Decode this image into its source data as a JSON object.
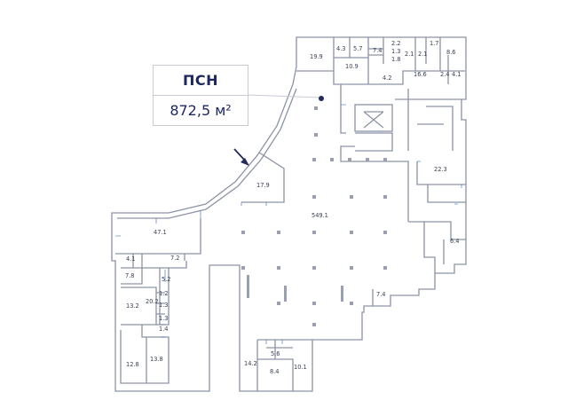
{
  "info": {
    "title": "ПСН",
    "area": "872,5 м²"
  },
  "colors": {
    "wall": "#8c93a6",
    "accent": "#232a5c",
    "column": "#9aa0b0",
    "blueprint": "#3a6fd0"
  },
  "rooms": [
    {
      "id": "r199",
      "label": "19.9"
    },
    {
      "id": "r43",
      "label": "4.3"
    },
    {
      "id": "r57",
      "label": "5.7"
    },
    {
      "id": "r74a",
      "label": "7.4"
    },
    {
      "id": "r22",
      "label": "2.2"
    },
    {
      "id": "r13a",
      "label": "1.3"
    },
    {
      "id": "r18",
      "label": "1.8"
    },
    {
      "id": "r17",
      "label": "1.7"
    },
    {
      "id": "r21a",
      "label": "2.1"
    },
    {
      "id": "r21b",
      "label": "2.1"
    },
    {
      "id": "r86",
      "label": "8.6"
    },
    {
      "id": "r109",
      "label": "10.9"
    },
    {
      "id": "r166",
      "label": "16.6"
    },
    {
      "id": "r24",
      "label": "2.4"
    },
    {
      "id": "r41a",
      "label": "4.1"
    },
    {
      "id": "r42",
      "label": "4.2"
    },
    {
      "id": "r179",
      "label": "17.9"
    },
    {
      "id": "r223",
      "label": "22.3"
    },
    {
      "id": "r5491",
      "label": "549.1"
    },
    {
      "id": "r471",
      "label": "47.1"
    },
    {
      "id": "r64",
      "label": "6.4"
    },
    {
      "id": "r41b",
      "label": "4.1"
    },
    {
      "id": "r72",
      "label": "7.2"
    },
    {
      "id": "r78",
      "label": "7.8"
    },
    {
      "id": "r52",
      "label": "5.2"
    },
    {
      "id": "r74b",
      "label": "7.4"
    },
    {
      "id": "r12",
      "label": "1.2"
    },
    {
      "id": "r202",
      "label": "20.2"
    },
    {
      "id": "r13b",
      "label": "1.3"
    },
    {
      "id": "r132",
      "label": "13.2"
    },
    {
      "id": "r13c",
      "label": "1.3"
    },
    {
      "id": "r14",
      "label": "1.4"
    },
    {
      "id": "r56",
      "label": "5.6"
    },
    {
      "id": "r128",
      "label": "12.8"
    },
    {
      "id": "r138",
      "label": "13.8"
    },
    {
      "id": "r142",
      "label": "14.2"
    },
    {
      "id": "r101",
      "label": "10.1"
    },
    {
      "id": "r84",
      "label": "8.4"
    }
  ]
}
